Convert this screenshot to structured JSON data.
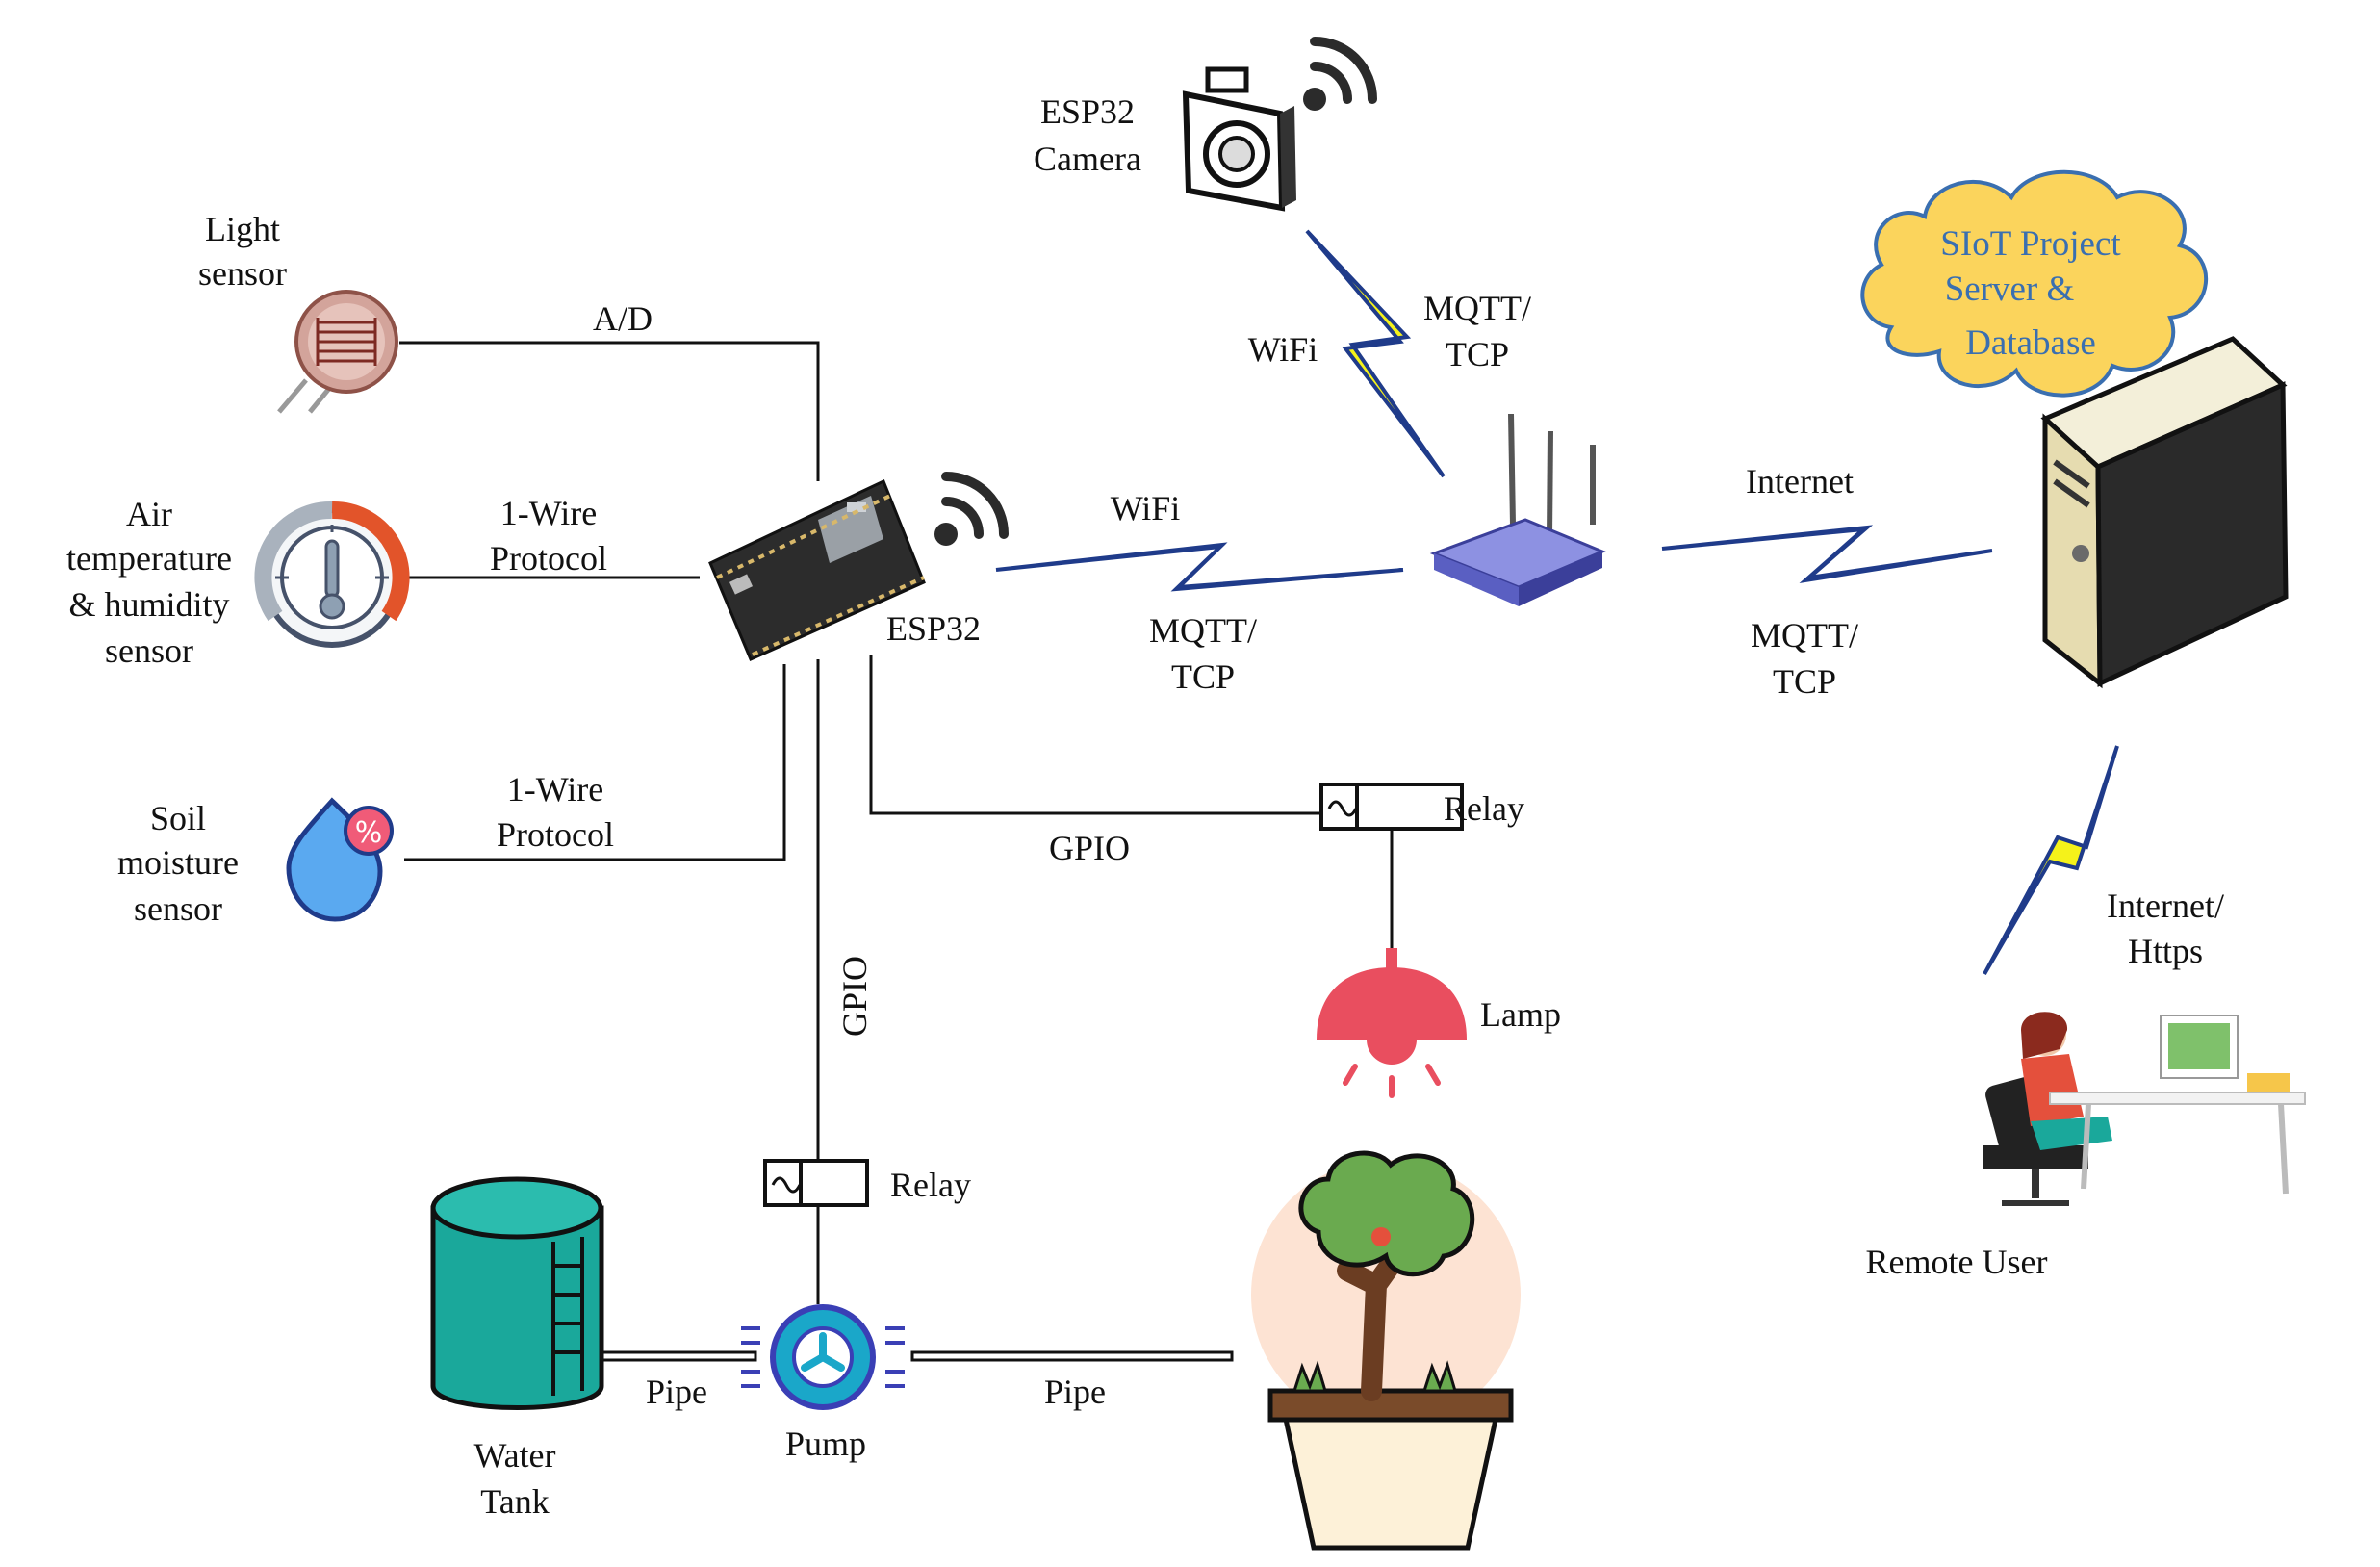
{
  "sensors": {
    "light": [
      "Light",
      "sensor"
    ],
    "air": [
      "Air",
      "temperature",
      "& humidity",
      "sensor"
    ],
    "soil": [
      "Soil",
      "moisture",
      "sensor"
    ]
  },
  "links": {
    "ad": "A/D",
    "one_wire_air": [
      "1-Wire",
      "Protocol"
    ],
    "one_wire_soil": [
      "1-Wire",
      "Protocol"
    ],
    "gpio_relay_lamp": "GPIO",
    "gpio_pump": "GPIO",
    "wifi_esp32": "WiFi",
    "mqtt_esp32": [
      "MQTT/",
      "TCP"
    ],
    "wifi_camera": "WiFi",
    "mqtt_camera": [
      "MQTT/",
      "TCP"
    ],
    "internet_router": "Internet",
    "mqtt_server": [
      "MQTT/",
      "TCP"
    ],
    "internet_https": [
      "Internet/",
      "Https"
    ],
    "pipe_left": "Pipe",
    "pipe_right": "Pipe"
  },
  "devices": {
    "esp32": "ESP32",
    "camera": [
      "ESP32",
      "Camera"
    ],
    "cloud": [
      "SIoT Project",
      "Server &",
      "Database"
    ],
    "relay_lamp": "Relay",
    "lamp": "Lamp",
    "relay_pump": "Relay",
    "pump": "Pump",
    "water_tank": [
      "Water",
      "Tank"
    ],
    "remote_user": "Remote User"
  },
  "colors": {
    "lightning_fill": "#f5f21a",
    "lightning_stroke": "#1f3b8a",
    "cloud_fill": "#fbd45c",
    "cloud_stroke": "#3a6fb0",
    "tank": "#1aa89b",
    "router": "#7b7fd6",
    "lamp": "#e94e5f",
    "pump": "#3a3fb5",
    "tree": "#6aaa4f",
    "pot": "#fdf1d8"
  }
}
